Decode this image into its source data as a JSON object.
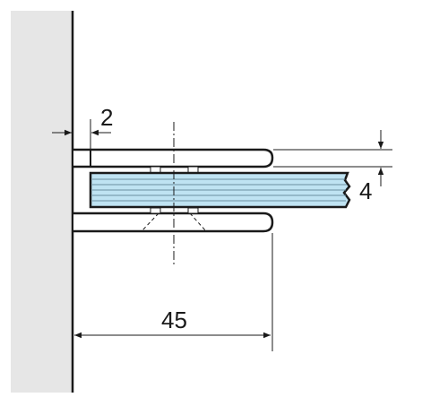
{
  "colors": {
    "wall": "#e6e6e6",
    "glass": "#bfe3f2",
    "glass_lines": "#6b8fa0",
    "ink": "#1a1a1a"
  },
  "dimensions": {
    "wall_gap": "2",
    "glass_thickness": "4",
    "clamp_depth": "45"
  }
}
